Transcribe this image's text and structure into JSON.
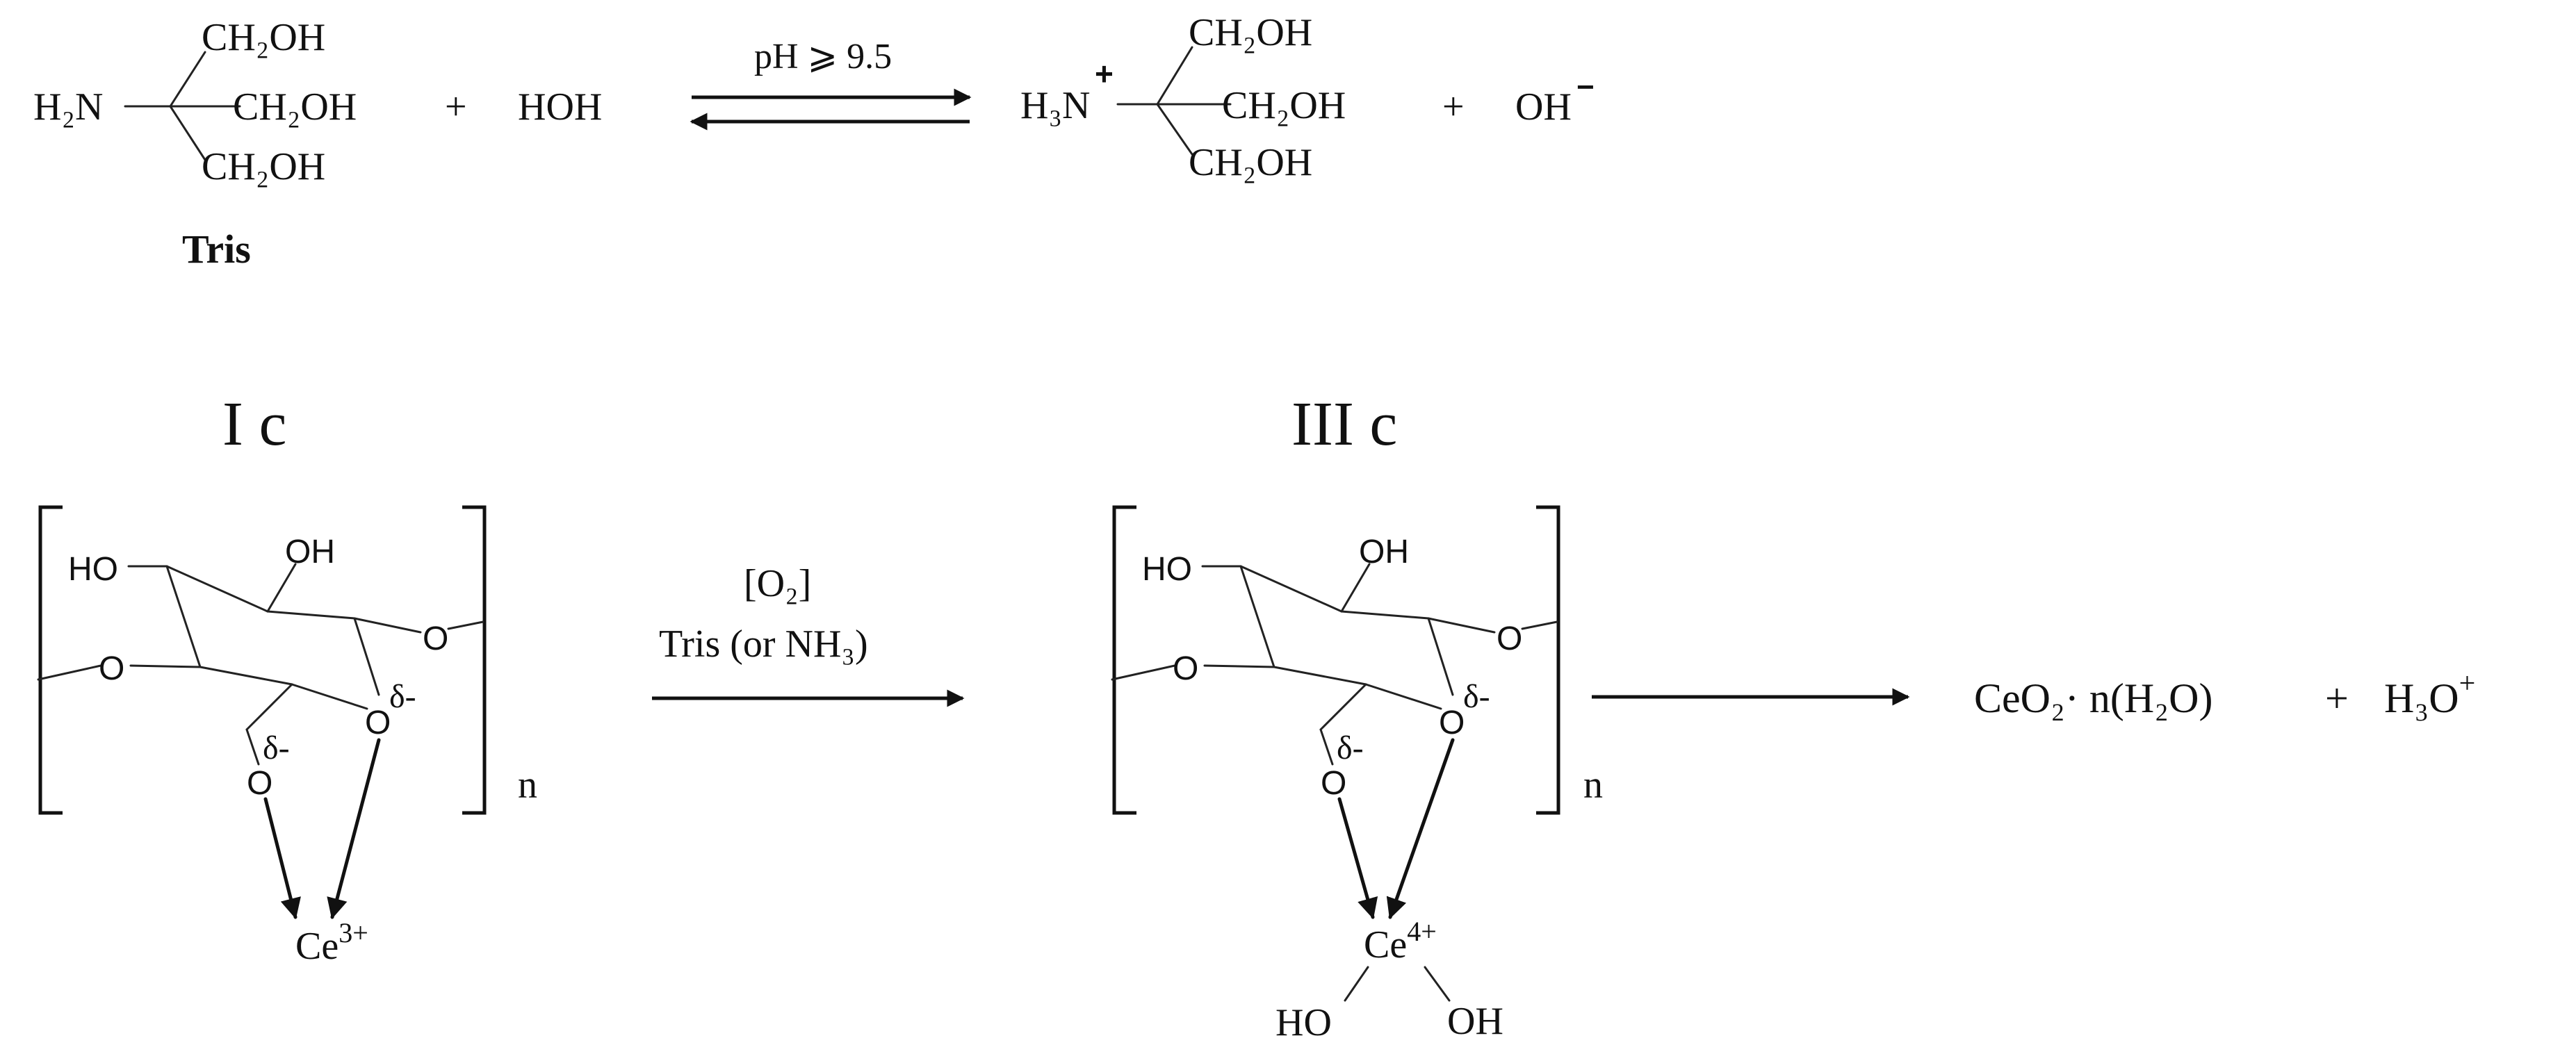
{
  "reaction1": {
    "tris": {
      "amine": "H₂N",
      "ch2oh_top": "CH₂OH",
      "ch2oh_mid": "CH₂OH",
      "ch2oh_bot": "CH₂OH",
      "name": "Tris"
    },
    "plus1": "+",
    "water": "HOH",
    "condition": "pH ⩾ 9.5",
    "product": {
      "ammonium": "H₃N",
      "charge": "+",
      "ch2oh_top": "CH₂OH",
      "ch2oh_mid": "CH₂OH",
      "ch2oh_bot": "CH₂OH"
    },
    "plus2": "+",
    "hydroxide": "OH",
    "hydroxide_charge": "−"
  },
  "reaction2": {
    "complex_ic": {
      "title": "I c",
      "ho_label": "HO",
      "oh_label": "OH",
      "ring_o": "O",
      "left_o": "O",
      "o6": "O",
      "o5": "O",
      "delta1": "δ-",
      "delta2": "δ-",
      "repeat": "n",
      "metal": "Ce",
      "metal_charge": "3+"
    },
    "conditions": {
      "oxidant": "[O₂]",
      "base": "Tris (or NH₃)"
    },
    "complex_iiic": {
      "title": "III c",
      "ho_label": "HO",
      "oh_label": "OH",
      "ring_o": "O",
      "left_o": "O",
      "o6": "O",
      "o5": "O",
      "delta1": "δ-",
      "delta2": "δ-",
      "repeat": "n",
      "metal": "Ce",
      "metal_charge": "4+",
      "ce_ho": "HO",
      "ce_oh": "OH"
    },
    "final_product": {
      "ceria": "CeO₂· n(H₂O)",
      "plus": "+",
      "hydronium": "H₃O",
      "hydronium_charge": "+"
    }
  },
  "colors": {
    "ink": "#111111",
    "background": "#ffffff"
  }
}
